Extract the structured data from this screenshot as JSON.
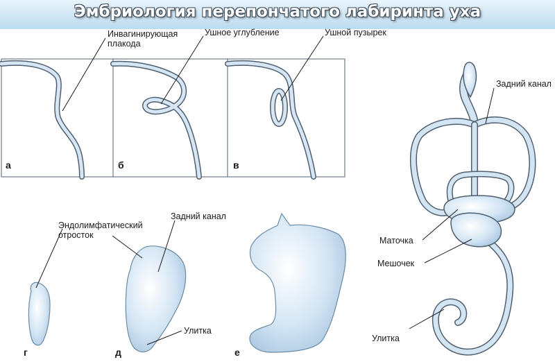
{
  "title": "Эмбриология перепончатого лабиринта уха",
  "labels": {
    "invaginating_placode_1": "Инвагинирующая",
    "invaginating_placode_2": "плакода",
    "ear_pit": "Ушное углубление",
    "ear_vesicle": "Ушной пузырек",
    "endolymphatic_1": "Эндолимфатический",
    "endolymphatic_2": "отросток",
    "posterior_canal_d": "Задний канал",
    "cochlea_d": "Улитка",
    "posterior_canal_final": "Задний канал",
    "utricle": "Маточка",
    "saccule": "Мешочек",
    "cochlea_final": "Улитка"
  },
  "panels": {
    "a": "а",
    "b": "б",
    "v": "в",
    "g": "г",
    "d": "д",
    "e": "е"
  },
  "colors": {
    "membrane_fill": "#cfe3f3",
    "membrane_stroke": "#4f5f6f",
    "title_bg": "#cfe6f4"
  }
}
